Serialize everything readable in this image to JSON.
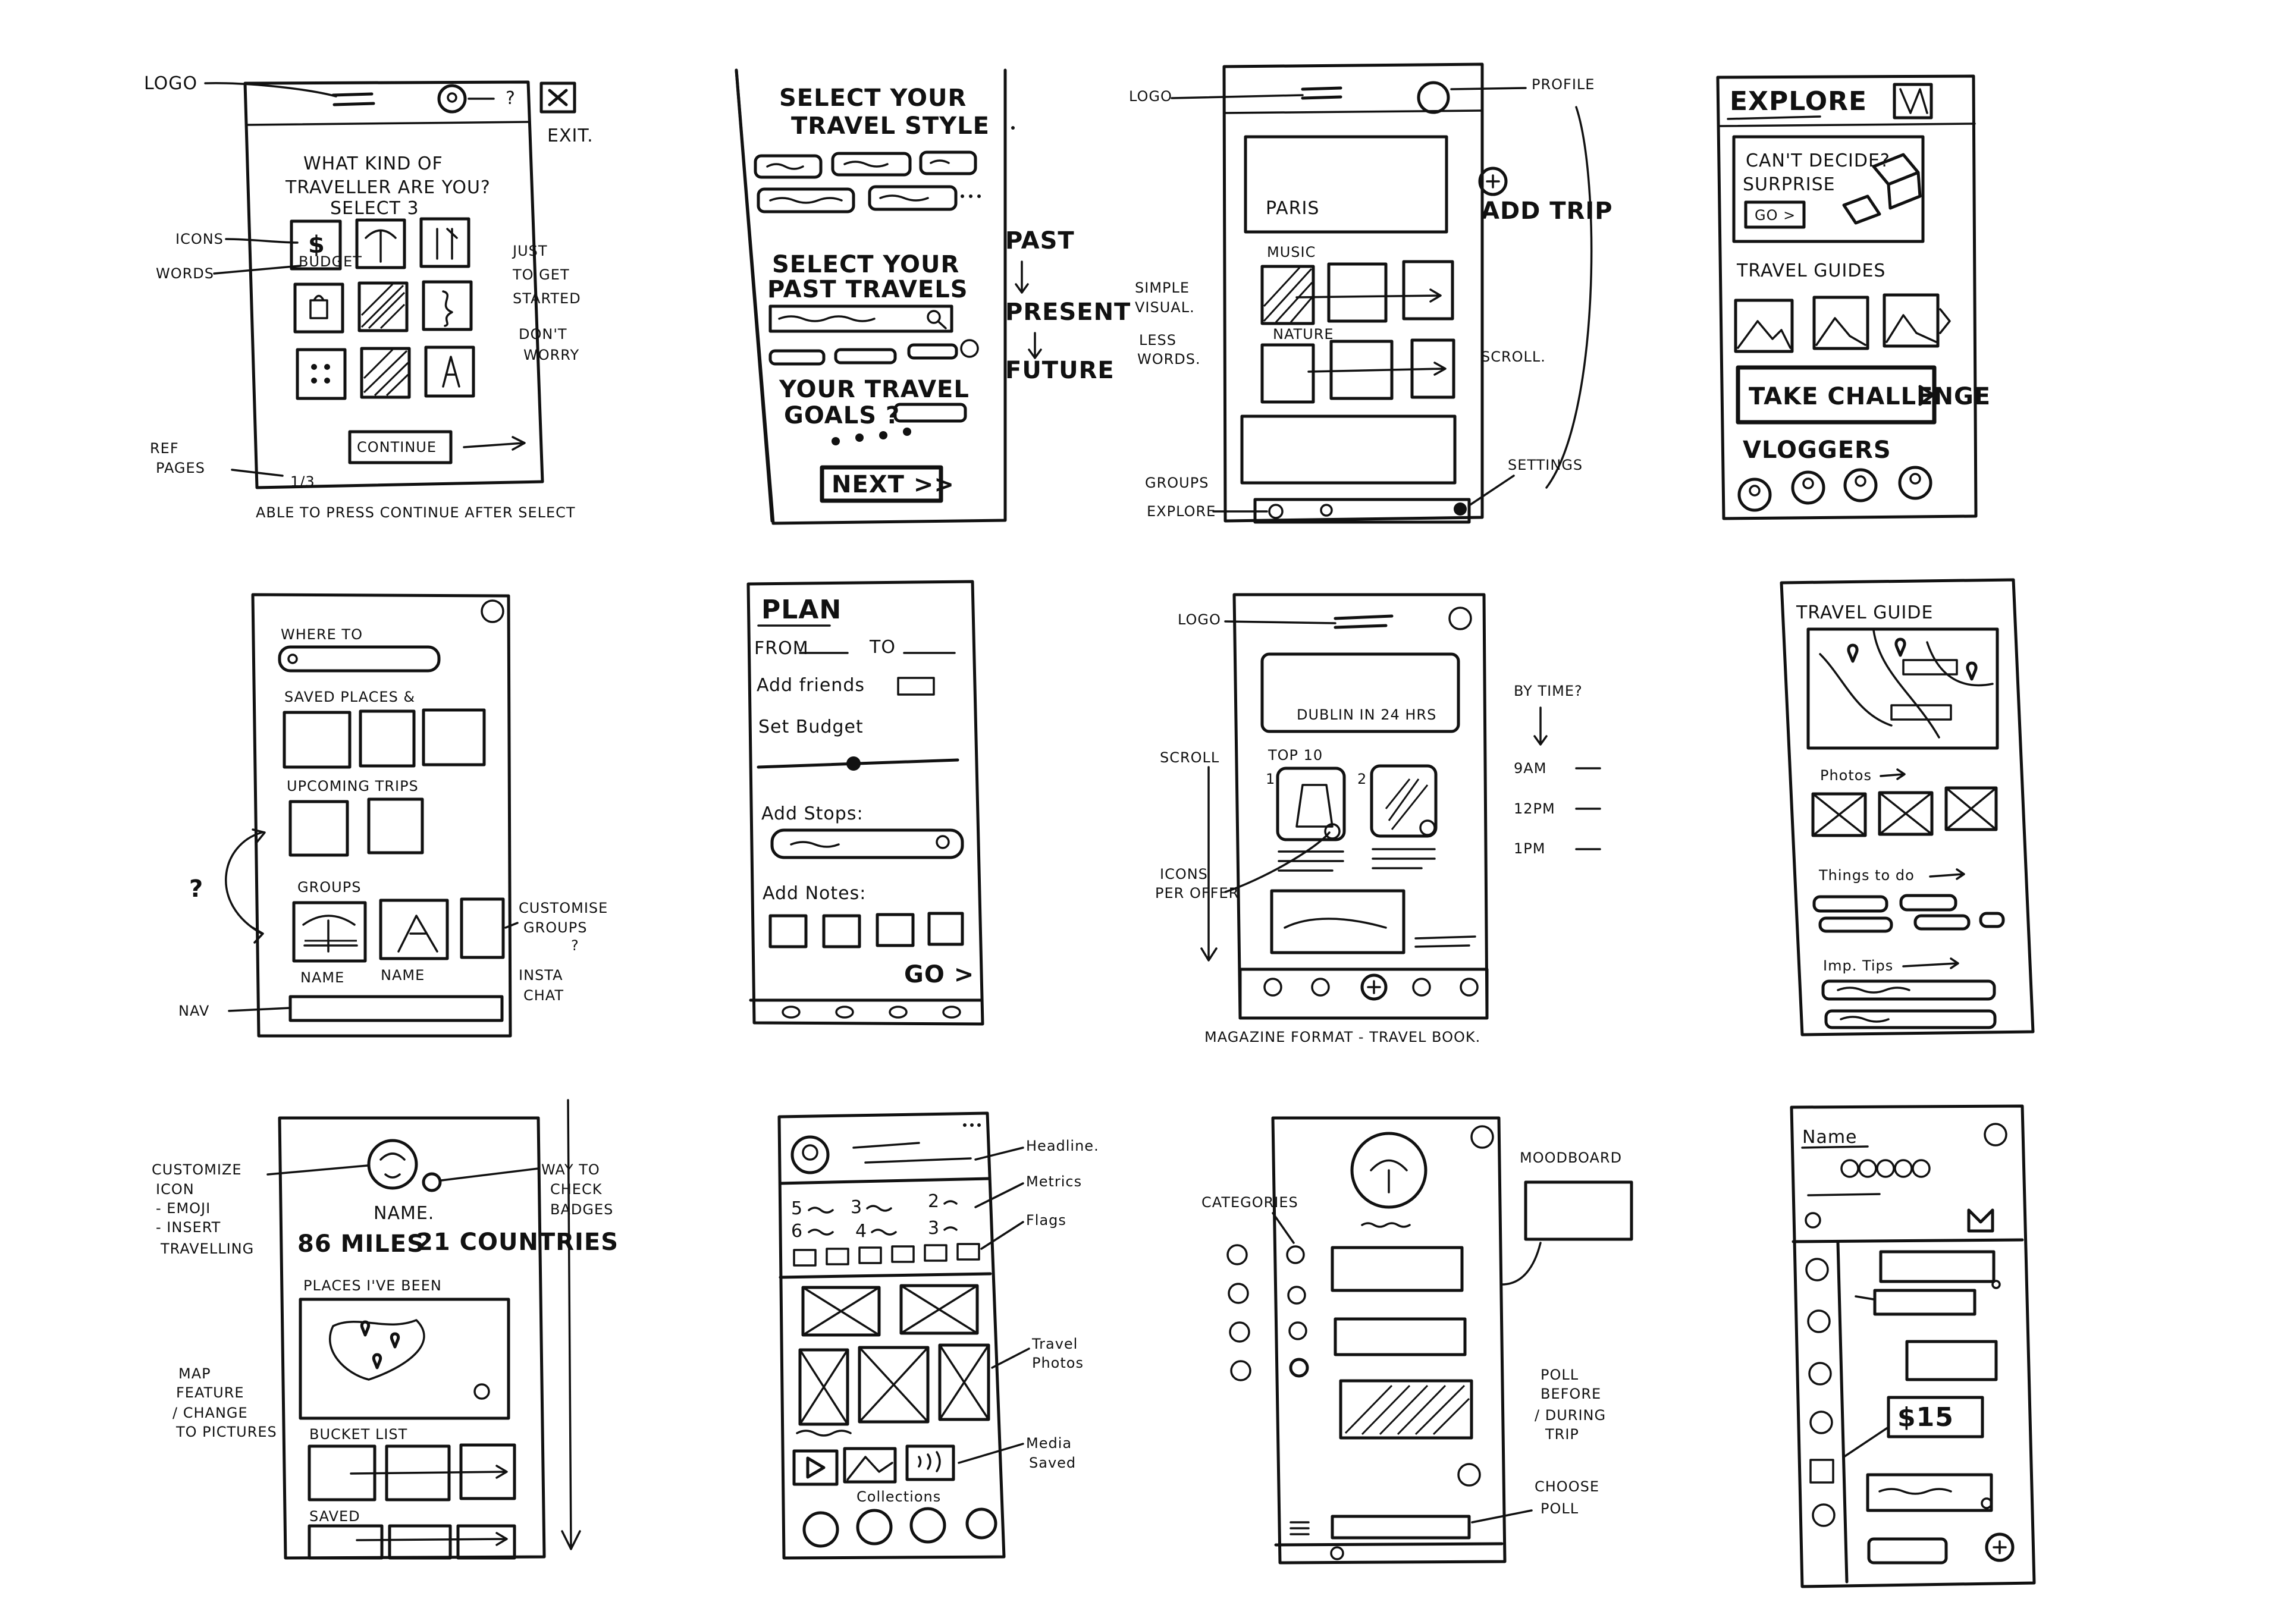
{
  "sketch_1": {
    "callouts": {
      "logo": "LOGO",
      "exit": "EXIT.",
      "question_mark": "?",
      "icons": "ICONS",
      "words": "WORDS",
      "just_to_get_started": [
        "JUST",
        "TO GET",
        "STARTED"
      ],
      "dont_worry": [
        "DON'T",
        "WORRY"
      ],
      "ref_pages": [
        "REF",
        "PAGES"
      ],
      "footer_note": "ABLE TO PRESS CONTINUE AFTER SELECT"
    },
    "prompt": [
      "WHAT KIND OF",
      "TRAVELLER ARE YOU?",
      "SELECT 3"
    ],
    "icon_label_budget": "BUDGET",
    "continue_label": "CONTINUE",
    "page_indicator": "1/3"
  },
  "sketch_2": {
    "title": [
      "SELECT YOUR",
      "TRAVEL STYLE"
    ],
    "section_past": [
      "SELECT YOUR",
      "PAST TRAVELS"
    ],
    "section_goals": [
      "YOUR TRAVEL",
      "GOALS ?"
    ],
    "next_label": "NEXT >>",
    "timeline": [
      "PAST",
      "PRESENT",
      "FUTURE"
    ]
  },
  "sketch_3": {
    "callouts": {
      "logo": "LOGO",
      "profile": "PROFILE",
      "add_trip": "ADD TRIP",
      "simple_visual": [
        "SIMPLE",
        "VISUAL."
      ],
      "less_words": [
        "LESS",
        "WORDS."
      ],
      "scroll": "SCROLL.",
      "settings": "SETTINGS",
      "groups": "GROUPS",
      "explore": "EXPLORE"
    },
    "hero_label": "PARIS",
    "row_music": "MUSIC",
    "row_nature": "NATURE"
  },
  "sketch_4": {
    "title": "EXPLORE",
    "cant_decide": [
      "CAN'T DECIDE?",
      "SURPRISE"
    ],
    "go_label": "GO >",
    "travel_guides": "TRAVEL GUIDES",
    "take_challenge": "TAKE CHALLENGE",
    "vloggers": "VLOGGERS"
  },
  "sketch_5": {
    "where_to": "WHERE TO",
    "saved_places": "SAVED PLACES &",
    "upcoming_trips": "UPCOMING TRIPS",
    "groups": "GROUPS",
    "name_1": "NAME",
    "name_2": "NAME",
    "question": "?",
    "customise_groups": [
      "CUSTOMISE",
      "GROUPS",
      "?"
    ],
    "insta_chat": [
      "INSTA",
      "CHAT"
    ],
    "nav": "NAV"
  },
  "sketch_6": {
    "title": "PLAN",
    "from": "FROM",
    "to": "TO",
    "add_friends": "Add friends",
    "set_budget": "Set Budget",
    "add_stops": "Add Stops:",
    "add_notes": "Add Notes:",
    "go": "GO >"
  },
  "sketch_7": {
    "callouts": {
      "logo": "LOGO",
      "scroll": "SCROLL",
      "icons_per_offer": [
        "ICONS",
        "PER OFFER"
      ],
      "by_time": "BY TIME?",
      "footer_note": "MAGAZINE FORMAT - TRAVEL BOOK."
    },
    "hero_label": "DUBLIN IN 24 HRS",
    "top10": "TOP 10",
    "num_1": "1",
    "num_2": "2",
    "times": [
      "9AM",
      "12PM",
      "1PM"
    ]
  },
  "sketch_8": {
    "title": "TRAVEL GUIDE",
    "photos": "Photos",
    "things_to_do": "Things to do",
    "imp_tips": "Imp. Tips"
  },
  "sketch_9": {
    "callouts": {
      "customize_icon": [
        "CUSTOMIZE",
        "ICON",
        "- EMOJI",
        "- INSERT",
        "TRAVELLING"
      ],
      "way_to_check_badges": [
        "WAY TO",
        "CHECK",
        "BADGES"
      ],
      "map_feature": [
        "MAP",
        "FEATURE",
        "/ CHANGE",
        "TO PICTURES"
      ]
    },
    "name_label": "NAME.",
    "stat_miles": "86 MILES",
    "stat_countries": "21 COUNTRIES",
    "places_ive_been": "PLACES I'VE BEEN",
    "bucket_list": "BUCKET LIST",
    "saved": "SAVED"
  },
  "sketch_10": {
    "metrics": [
      "5",
      "3",
      "2",
      "6",
      "4",
      "3"
    ],
    "collections": "Collections",
    "callouts": {
      "headline": "Headline.",
      "metrics": "Metrics",
      "flags": "Flags",
      "travel_photos": [
        "Travel",
        "Photos"
      ],
      "media_saved": [
        "Media",
        "Saved"
      ]
    }
  },
  "sketch_11": {
    "callouts": {
      "categories": "CATEGORIES",
      "moodboard": "MOODBOARD",
      "poll": [
        "POLL",
        "BEFORE",
        "/ DURING",
        "TRIP"
      ],
      "choose_poll": [
        "CHOOSE",
        "POLL"
      ]
    }
  },
  "sketch_12": {
    "name_label": "Name",
    "price": "$15"
  }
}
